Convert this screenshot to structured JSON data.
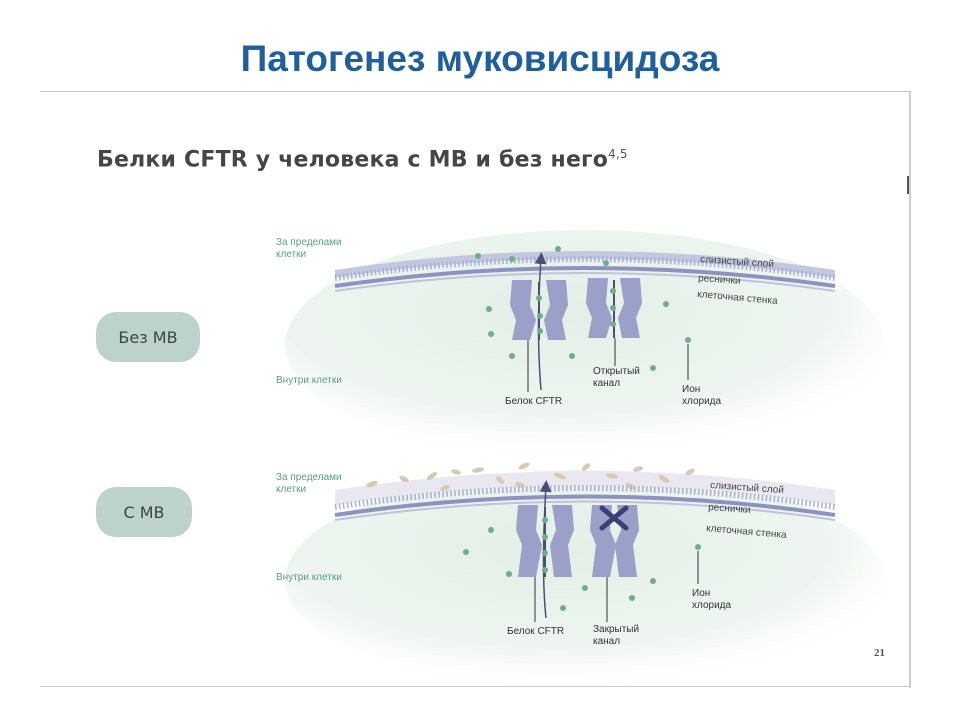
{
  "slide": {
    "title": "Патогенез муковисцидоза",
    "subtitle": "Белки CFTR у человека с МВ и без него",
    "subtitle_refs": "4,5",
    "page_number": "21"
  },
  "colors": {
    "title": "#1f5f9e",
    "ion": "#6fae8c",
    "protein": "#9aa0c8",
    "membrane": "#8d93bf",
    "label_green": "#5a9e84",
    "pill": "#bdd2cc",
    "mucus_particle": "#d9c9b3"
  },
  "panels": [
    {
      "pill_label": "Без МВ",
      "outside_label": [
        "За пределами",
        "клетки"
      ],
      "inside_label": "Внутри клетки",
      "layers": [
        "слизистый слой",
        "реснички",
        "клеточная стенка"
      ],
      "protein_label": "Белок CFTR",
      "channel_label": [
        "Открытый",
        "канал"
      ],
      "ion_label": [
        "Ион",
        "хлорида"
      ],
      "channel_state": "open"
    },
    {
      "pill_label": "С МВ",
      "outside_label": [
        "За пределами",
        "клетки"
      ],
      "inside_label": "Внутри клетки",
      "layers": [
        "слизистый слой",
        "реснички",
        "клеточная стенка"
      ],
      "protein_label": "Белок CFTR",
      "channel_label": [
        "Закрытый",
        "канал"
      ],
      "ion_label": [
        "Ион",
        "хлорида"
      ],
      "channel_state": "closed"
    }
  ]
}
